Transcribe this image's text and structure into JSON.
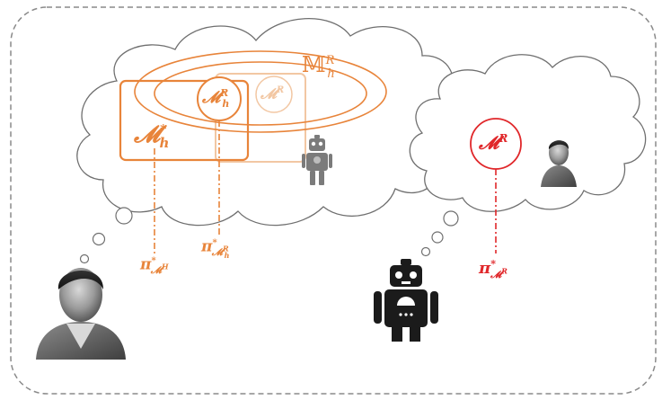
{
  "colors": {
    "human_model": "#e8843a",
    "human_model_faded": "#f2c7a3",
    "robot_model": "#e0272a",
    "frame": "#8a8a8a",
    "cloud_stroke": "#6f6f6f",
    "figure_dark": "#1b1b1b",
    "figure_gray": "#7b7b7b"
  },
  "human_belief": {
    "model_h_star": {
      "base": "𝓜",
      "sup": "*",
      "sub": "h"
    },
    "model_h_R": {
      "base": "𝓜",
      "sup": "R",
      "sub": "h"
    },
    "model_R_faded": {
      "base": "𝓜",
      "sup": "R"
    },
    "model_space": {
      "base": "𝕄",
      "sup": "R",
      "sub": "h"
    },
    "policy_human": {
      "base": "π",
      "sup": "*",
      "sub": "𝓜",
      "subsup": "H"
    },
    "policy_robot_view": {
      "base": "π",
      "sup": "*",
      "sub": "𝓜",
      "subsup": "R",
      "subsub": "h"
    }
  },
  "robot_belief": {
    "model_R": {
      "base": "𝓜",
      "sup": "R"
    },
    "policy_R": {
      "base": "π",
      "sup": "*",
      "sub": "𝓜",
      "subsup": "R"
    }
  },
  "icons": [
    "human-avatar-icon",
    "robot-icon",
    "small-robot-icon",
    "small-human-avatar-icon"
  ]
}
